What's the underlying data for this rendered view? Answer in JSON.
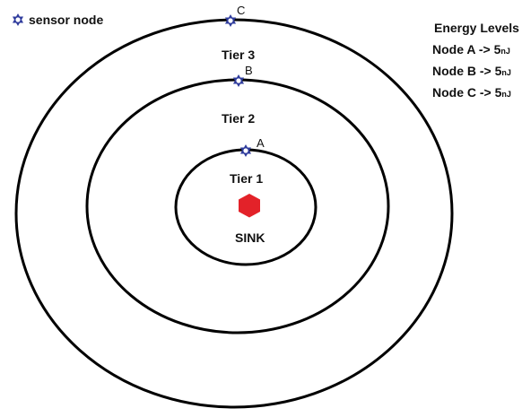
{
  "legend": {
    "icon": "sensor-node-star-icon",
    "label": "sensor node"
  },
  "energy": {
    "title": "Energy Levels",
    "rows": [
      {
        "text": "Node A -> 5",
        "unit": "nJ"
      },
      {
        "text": "Node B -> 5",
        "unit": "nJ"
      },
      {
        "text": "Node C -> 5",
        "unit": "nJ"
      }
    ]
  },
  "tiers": {
    "tier1": "Tier 1",
    "tier2": "Tier 2",
    "tier3": "Tier 3"
  },
  "nodes": {
    "a": "A",
    "b": "B",
    "c": "C"
  },
  "sink": {
    "label": "SINK",
    "icon": "sink-hexagon-icon"
  },
  "colors": {
    "ring": "#000000",
    "sensor": "#2e3b9c",
    "sink": "#e32229",
    "text": "#111111"
  }
}
